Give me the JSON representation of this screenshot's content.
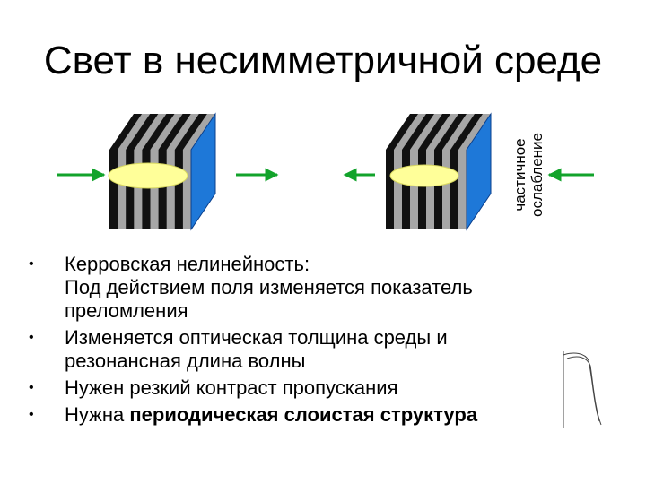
{
  "title": "Свет в несимметричной среде",
  "side_label": {
    "line1": "частичное",
    "line2": "ослабление"
  },
  "bullets": [
    {
      "line1": "Керровская нелинейность:",
      "line2": "Под действием поля изменяется показатель",
      "line3": "преломления"
    },
    {
      "line1": "Изменяется оптическая толщина среды и",
      "line2": "резонансная длина волны"
    },
    {
      "text": "Нужен резкий контраст пропускания"
    },
    {
      "prefix": "Нужна ",
      "bold": "периодическая слоистая структура"
    }
  ],
  "colors": {
    "stripe_dark": "#111111",
    "stripe_light": "#a6a6a6",
    "blue_face": "#1e78d8",
    "ellipse": "#ffff99",
    "arrow": "#12a32b"
  }
}
